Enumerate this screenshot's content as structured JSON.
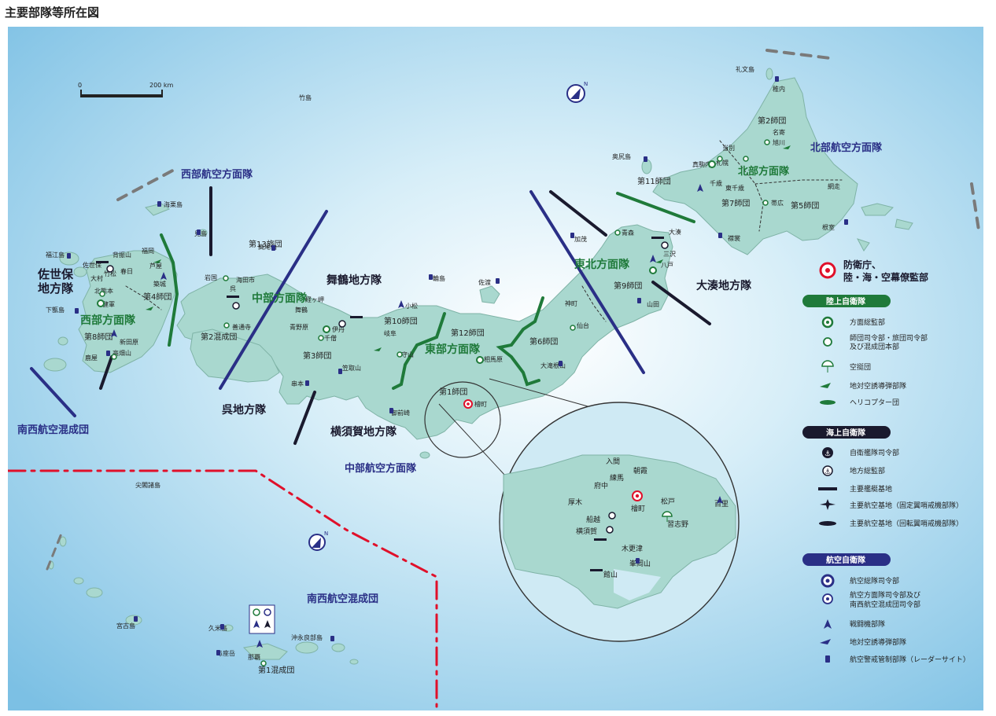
{
  "page_title": "主要部隊等所在図",
  "scale_bar": {
    "zero": "0",
    "end": "200 km"
  },
  "colors": {
    "sea": "#9fd2ec",
    "land": "#a9d8cf",
    "land_stroke": "#7fb3a6",
    "army_line": "#1f7a3a",
    "asdf_line": "#2a2f86",
    "navy_line": "#1a1a2e",
    "border_red": "#e0102a",
    "army_text": "#1f7a3a",
    "asdf_text": "#2a2f86"
  },
  "region_labels": {
    "sasebo": "佐世保地方隊",
    "seibu_army": "西部方面隊",
    "seibu_air": "西部航空方面隊",
    "chubu_army": "中部方面隊",
    "maizuru": "舞鶴地方隊",
    "kure": "呉地方隊",
    "tobu_army": "東部方面隊",
    "yokosuka": "横須賀地方隊",
    "chubu_air": "中部航空方面隊",
    "tohoku_army": "東北方面隊",
    "ominato": "大湊地方隊",
    "hokubu_army": "北部方面隊",
    "hokubu_air": "北部航空方面隊",
    "nansei_air_main": "南西航空混成団",
    "nansei_air_inset": "南西航空混成団",
    "first_brigade": "第1混成団"
  },
  "divisions": {
    "d1": "第1師団",
    "d2": "第2師団",
    "d3": "第3師団",
    "d4": "第4師団",
    "d5": "第5師団",
    "d6": "第6師団",
    "d7": "第7師団",
    "d8": "第8師団",
    "d9": "第9師団",
    "d10": "第10師団",
    "d11": "第11師団",
    "d12": "第12師団",
    "b13": "第13旅団",
    "b2": "第2混成団"
  },
  "places": {
    "rebun": "礼文島",
    "wakkanai": "稚内",
    "nayoro": "名寄",
    "asahikawa": "旭川",
    "tobetsu": "当別",
    "makomanai": "真駒内",
    "sapporo": "札幌",
    "chitose": "千歳",
    "higashichitose": "東千歳",
    "okushiri": "奥尻島",
    "obihiro": "帯広",
    "abashiri": "網走",
    "nemuro": "根室",
    "erimo": "襟裳",
    "aomori": "青森",
    "ominato": "大湊",
    "misawa": "三沢",
    "hachinohe": "八戸",
    "kamo": "加茂",
    "yamada": "山田",
    "jinmachi": "神町",
    "sendai": "仙台",
    "takigahara": "大滝根山",
    "sado": "佐渡",
    "wajima": "輪島",
    "komatsu": "小松",
    "gifu": "岐阜",
    "moriyama": "守山",
    "soumagahara": "相馬原",
    "kyogamisaki": "経ヶ岬",
    "maizuru": "舞鶴",
    "itami": "伊丹",
    "senzo": "千僧",
    "aonohara": "青野原",
    "kasatoriyama": "笠取山",
    "kushimoto": "串本",
    "omaezaki": "御前崎",
    "zentsuji": "善通寺",
    "kaitaichi": "海田市",
    "iwakuni": "岩国",
    "kure": "呉",
    "takaoyama": "高尾山",
    "mishima": "見島",
    "unagu": "海栗島",
    "fukue": "福江島",
    "sasebo": "佐世保",
    "sefuri": "背振山",
    "fukuoka": "福岡",
    "ashiya": "芦屋",
    "chikujo": "築城",
    "takematsu": "竹松",
    "kasuga": "春日",
    "omura": "大村",
    "kitakumamoto": "北熊本",
    "kengun": "健軍",
    "nyutabaru": "新田原",
    "takahatayama": "高畑山",
    "kanoya": "鹿屋",
    "shimokoshiki": "下甑島",
    "takeshima": "竹島",
    "ichigaya": "檜町",
    "senkaku": "尖閣諸島",
    "miyako": "宮古島",
    "kume": "久米島",
    "yozadake": "与座岳",
    "naha": "那覇",
    "okinoerabu": "沖永良部島"
  },
  "inset_places": {
    "iruma": "入間",
    "asaka": "朝霞",
    "nerima": "練馬",
    "fuchu": "府中",
    "atsugi": "厚木",
    "ichigaya": "檜町",
    "matsudo": "松戸",
    "narashino": "習志野",
    "funakoshi": "船越",
    "yokosuka": "横須賀",
    "kisarazu": "木更津",
    "mineokayama": "峯岡山",
    "tateyama": "館山",
    "hyakuri": "百里"
  },
  "legend": {
    "hq_title": "防衛庁、\n陸・海・空幕僚監部",
    "hq_line1": "防衛庁、",
    "hq_line2": "陸・海・空幕僚監部",
    "gsdf_header": "陸上自衛隊",
    "gsdf_items": [
      "方面総監部",
      "師団司令部・旅団司令部及び混成団本部",
      "空挺団",
      "地対空誘導弾部隊",
      "ヘリコプター団"
    ],
    "gsdf_item2_line1": "師団司令部・旅団司令部",
    "gsdf_item2_line2": "及び混成団本部",
    "msdf_header": "海上自衛隊",
    "msdf_items": [
      "自衛艦隊司令部",
      "地方総監部",
      "主要艦艇基地",
      "主要航空基地（固定翼哨戒機部隊）",
      "主要航空基地（回転翼哨戒機部隊）"
    ],
    "asdf_header": "航空自衛隊",
    "asdf_items": [
      "航空総隊司令部",
      "航空方面隊司令部及び南西航空混成団司令部",
      "戦闘機部隊",
      "地対空誘導弾部隊",
      "航空警戒管制部隊（レーダーサイト）"
    ],
    "asdf_item2_line1": "航空方面隊司令部及び",
    "asdf_item2_line2": "南西航空混成団司令部"
  },
  "compass": {
    "north_mark": "N"
  }
}
